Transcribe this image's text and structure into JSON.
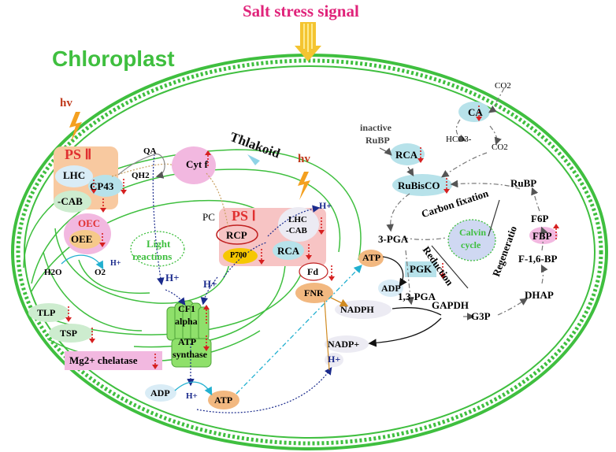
{
  "header": {
    "signal": "Salt stress signal",
    "organelle": "Chloroplast"
  },
  "thylakoid": {
    "label": "Thlakoid",
    "light_reactions": [
      "Light",
      "reactions"
    ]
  },
  "photons": {
    "ps2": "hv",
    "ps1": "hv"
  },
  "ps2": {
    "title": "PS Ⅱ",
    "lhc": "LHC",
    "cp43": "CP43",
    "cab": "-CAB",
    "oec": "OEC",
    "oee": "OEE",
    "qa": "QA",
    "qh2": "QH2"
  },
  "water": {
    "h2o": "H2O",
    "o2": "O2",
    "h_plus": "H+"
  },
  "cytf": {
    "label": "Cyt f"
  },
  "ps1": {
    "title": "PS Ⅰ",
    "pc": "PC",
    "rcp": "RCP",
    "p700": "P700",
    "lhc": "LHC",
    "cab": "-CAB",
    "rca": "RCA",
    "h_plus": "H+"
  },
  "electron_acceptors": {
    "fd": "Fd",
    "fnr": "FNR",
    "nadph": "NADPH",
    "nadp": "NADP+",
    "h_plus": "H+"
  },
  "atp_synthase": {
    "lines": [
      "CF1",
      "alpha",
      "ATP",
      "synthase"
    ],
    "h_in_1": "H+",
    "h_in_2": "H+",
    "h_out": "H+",
    "adp": "ADP",
    "atp": "ATP"
  },
  "stress_proteins": {
    "tlp": "TLP",
    "tsp": "TSP",
    "chelatase": "Mg2+ chelatase"
  },
  "carbon": {
    "co2_top": "CO2",
    "ca": "CA",
    "hco3": "HCO3-",
    "co2_mid": "CO2",
    "inactive_rubp": [
      "inactive",
      "RuBP"
    ],
    "rca": "RCA",
    "rubisco": "RuBisCO",
    "rubp": "RuBP",
    "carbon_fixation": "Carbon fixation",
    "calvin": [
      "Calvin",
      "cycle"
    ],
    "regeneration": "Regeneratio",
    "pga3": "3-PGA",
    "atp": "ATP",
    "pgk": "PGK",
    "adp": "ADP",
    "bpga": "1,3-PGA",
    "reduction": "Reduction",
    "gapdh": "GAPDH",
    "g3p": "G3P",
    "dhap": "DHAP",
    "f16bp": "F-1,6-BP",
    "f6p": "F6P",
    "fbp": "FBP"
  },
  "colors": {
    "membrane": "#3fbf3f",
    "regulation_arrow": "#d62020",
    "title": "#e0237a",
    "ps_title": "#e03030"
  }
}
